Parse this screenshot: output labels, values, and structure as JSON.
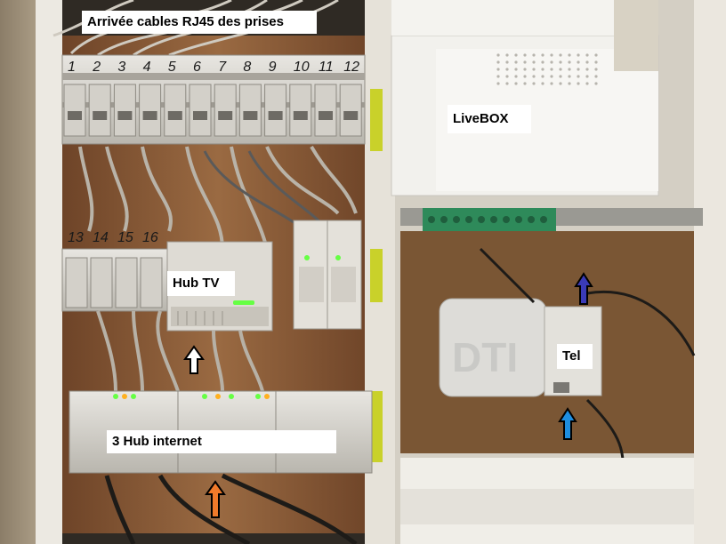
{
  "labels": {
    "rj45": "Arrivée cables RJ45 des prises",
    "livebox": "LiveBOX",
    "hub_tv": "Hub TV",
    "tel": "Tel",
    "hub_internet": "3 Hub internet"
  },
  "top_row_numbers": [
    "1",
    "2",
    "3",
    "4",
    "5",
    "6",
    "7",
    "8",
    "9",
    "10",
    "11",
    "12"
  ],
  "second_row_numbers": [
    "13",
    "14",
    "15",
    "16"
  ],
  "dti_mark": "DTI",
  "arrows": [
    {
      "name": "white-arrow",
      "color": "#ffffff",
      "direction": "up"
    },
    {
      "name": "orange-arrow",
      "color": "#f07a2a",
      "direction": "up"
    },
    {
      "name": "dark-blue-arrow",
      "color": "#3a3ab8",
      "direction": "up"
    },
    {
      "name": "light-blue-arrow",
      "color": "#1e8ee0",
      "direction": "up"
    }
  ],
  "colors": {
    "label_bg": "#ffffff",
    "label_text": "#000000",
    "wood": "#8a5a35",
    "panel": "#d9d6cf",
    "led_green": "#66ff44",
    "terminal_green": "#2e8a5a"
  }
}
